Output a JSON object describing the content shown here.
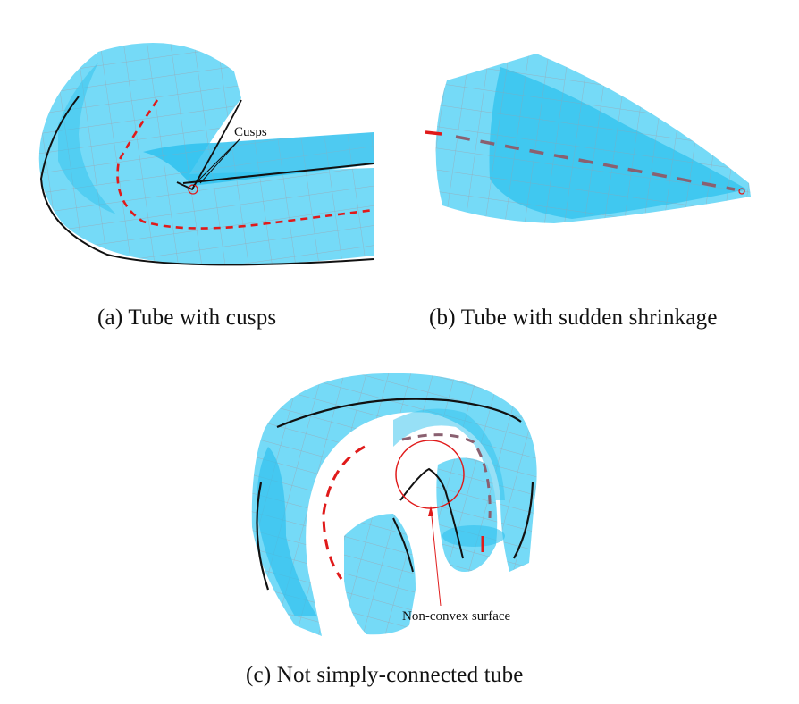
{
  "figure": {
    "panel_a": {
      "caption": "(a) Tube with cusps",
      "annotation": "Cusps"
    },
    "panel_b": {
      "caption": "(b) Tube with sudden shrinkage"
    },
    "panel_c": {
      "caption": "(c) Not simply-connected tube",
      "annotation": "Non-convex surface"
    }
  },
  "colors": {
    "tube_fill": "#6fd6f5",
    "tube_dark": "#2ab8e8",
    "mesh_line": "#9aa7b3",
    "centerline_red": "#e01a1a",
    "centerline_gray": "#8a6070",
    "edge_black": "#111111"
  }
}
